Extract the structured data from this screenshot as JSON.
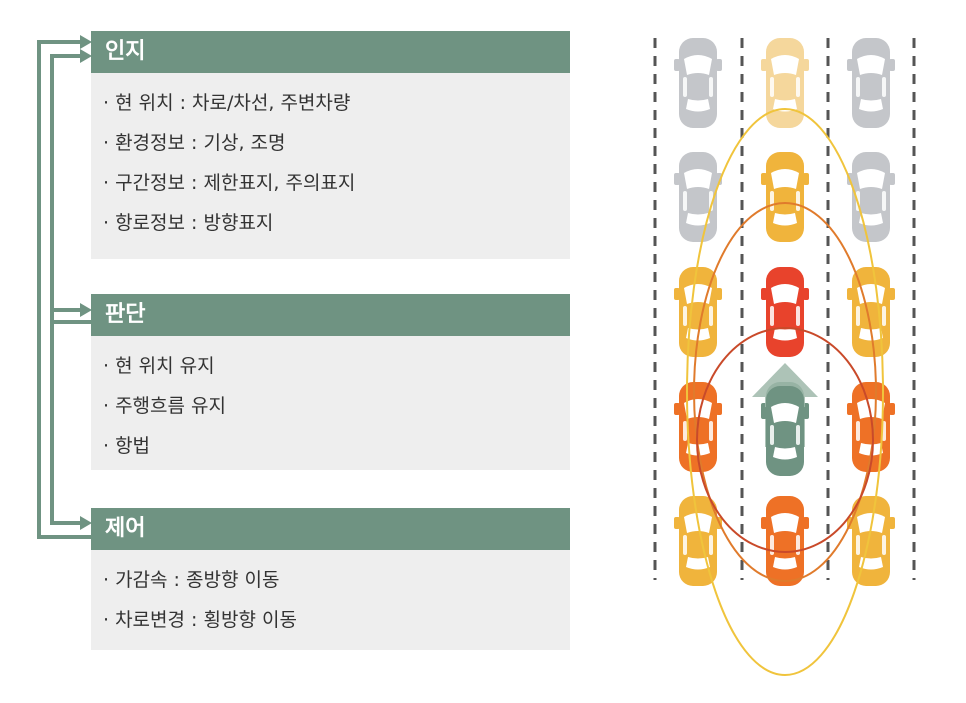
{
  "colors": {
    "header_bg": "#6f9382",
    "body_bg": "#eeeeee",
    "arrow": "#6f9382",
    "lane_line": "#555555",
    "car_gray": "#c4c6ca",
    "car_pale": "#f5d79c",
    "car_amber": "#f0b43c",
    "car_orange": "#ee7126",
    "car_red": "#e8432c",
    "car_ego": "#6f9382",
    "ellipse_outer": "#f0c43c",
    "ellipse_middle": "#e07b2c",
    "ellipse_inner": "#c94a2a",
    "ego_arrow": "#9fb8aa"
  },
  "sections": [
    {
      "title": "인지",
      "items": [
        "· 현 위치 : 차로/차선, 주변차량",
        "· 환경정보 : 기상, 조명",
        "· 구간정보 : 제한표지, 주의표지",
        "· 항로정보 : 방향표지"
      ]
    },
    {
      "title": "판단",
      "items": [
        "· 현 위치 유지",
        "· 주행흐름 유지",
        "· 항법"
      ]
    },
    {
      "title": "제어",
      "items": [
        "· 가감속 : 종방향 이동",
        "· 차로변경 : 횡방향 이동"
      ]
    }
  ],
  "traffic": {
    "lanes": 3,
    "rows": [
      [
        "car_gray",
        "car_pale",
        "car_gray"
      ],
      [
        "car_gray",
        "car_amber",
        "car_gray"
      ],
      [
        "car_amber",
        "car_red",
        "car_amber"
      ],
      [
        "car_orange",
        "car_ego",
        "car_orange"
      ],
      [
        "car_amber",
        "car_orange",
        "car_amber"
      ]
    ],
    "ego": {
      "lane": 2,
      "row": 4,
      "icon": "up-arrow-icon"
    }
  }
}
